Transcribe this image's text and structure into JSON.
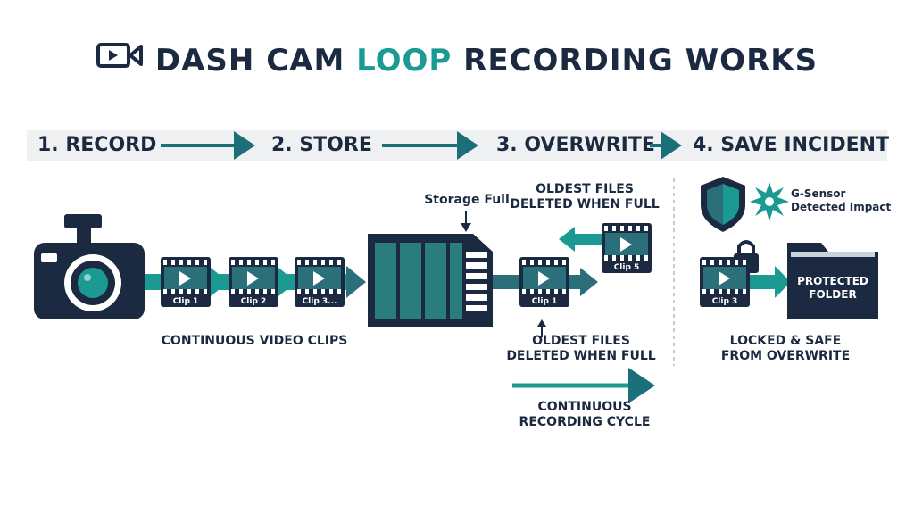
{
  "title": {
    "part1": "DASH CAM ",
    "highlight": "LOOP",
    "part2": " RECORDING WORKS"
  },
  "steps": [
    "1. RECORD",
    "2. STORE",
    "3. OVERWRITE",
    "4. SAVE INCIDENT"
  ],
  "clips": {
    "record": [
      "Clip 1",
      "Clip 2",
      "Clip 3..."
    ],
    "overwrite_new": "Clip 1",
    "overwrite_old": "Clip 5",
    "locked": "Clip 3"
  },
  "labels": {
    "continuous_clips": "CONTINUOUS VIDEO CLIPS",
    "storage_full": "Storage Full",
    "oldest_top_1": "OLDEST FILES",
    "oldest_top_2": "DELETED WHEN FULL",
    "oldest_bottom_1": "OLDEST FILES",
    "oldest_bottom_2": "DELETED WHEN FULL",
    "cycle_1": "CONTINUOUS",
    "cycle_2": "RECORDING CYCLE",
    "gsensor_1": "G-Sensor",
    "gsensor_2": "Detected Impact",
    "folder_1": "PROTECTED",
    "folder_2": "FOLDER",
    "locked_1": "LOCKED & SAFE",
    "locked_2": "FROM OVERWRITE"
  },
  "colors": {
    "navy": "#1b2a41",
    "teal": "#1b9a93",
    "dark_teal": "#2b6f7a",
    "bar": "#eef0f1"
  },
  "icons": [
    "video-camera-icon",
    "dash-cam-icon",
    "sd-card-icon",
    "shield-icon",
    "impact-burst-icon",
    "padlock-icon",
    "folder-icon"
  ]
}
